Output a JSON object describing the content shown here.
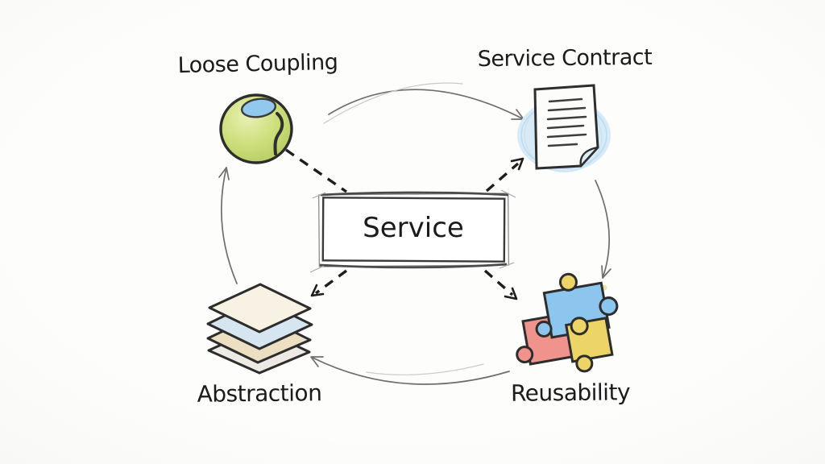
{
  "diagram": {
    "title_visible": false,
    "center": {
      "label": "Service",
      "shape": "sketched-rectangle"
    },
    "nodes": [
      {
        "id": "loose-coupling",
        "label": "Loose Coupling",
        "icon": "sphere-icon",
        "position": "top-left"
      },
      {
        "id": "service-contract",
        "label": "Service Contract",
        "icon": "document-icon",
        "position": "top-right"
      },
      {
        "id": "abstraction",
        "label": "Abstraction",
        "icon": "layers-icon",
        "position": "bottom-left"
      },
      {
        "id": "reusability",
        "label": "Reusability",
        "icon": "puzzle-icon",
        "position": "bottom-right"
      }
    ],
    "connections": {
      "cycle": [
        {
          "from": "Loose Coupling",
          "to": "Service Contract",
          "style": "curved-solid-arrow"
        },
        {
          "from": "Service Contract",
          "to": "Reusability",
          "style": "curved-solid-arrow"
        },
        {
          "from": "Reusability",
          "to": "Abstraction",
          "style": "curved-solid-arrow"
        },
        {
          "from": "Abstraction",
          "to": "Loose Coupling",
          "style": "curved-solid-arrow"
        }
      ],
      "spokes": [
        {
          "from": "Service",
          "to": "Loose Coupling",
          "style": "dashed-line"
        },
        {
          "from": "Service",
          "to": "Service Contract",
          "style": "dashed-arrow"
        },
        {
          "from": "Service",
          "to": "Abstraction",
          "style": "dashed-arrow"
        },
        {
          "from": "Service",
          "to": "Reusability",
          "style": "dashed-arrow"
        }
      ]
    },
    "colors": {
      "ink": "#1e1e1e",
      "arrow_gray": "#6e6e6e",
      "sphere_green": "#cbdd79",
      "sphere_blue": "#90c8ee",
      "document_halo_blue": "#d7eaf7",
      "layer_cream": "#f7f2e3",
      "layer_blue": "#d6e6f0",
      "layer_tan": "#ecdfc2",
      "layer_gray": "#eceae2",
      "puzzle_red": "#f0938c",
      "puzzle_blue": "#8cc5ed",
      "puzzle_yellow": "#ecd466"
    }
  }
}
